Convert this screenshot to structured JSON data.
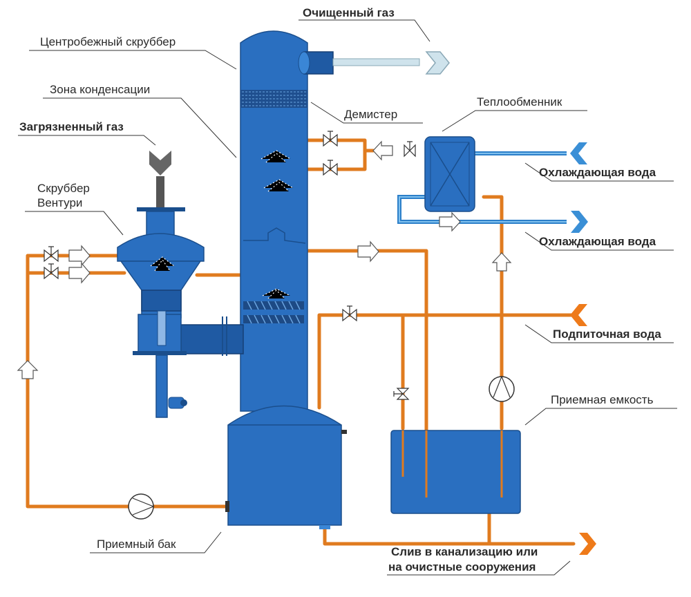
{
  "labels": {
    "clean_gas": "Очищенный газ",
    "centrifugal_scrubber": "Центробежный скруббер",
    "condensation_zone": "Зона конденсации",
    "demister": "Демистер",
    "heat_exchanger": "Теплообменник",
    "dirty_gas": "Загрязненный газ",
    "venturi_line1": "Скруббер",
    "venturi_line2": "Вентури",
    "cooling_water_in": "Охлаждающая вода",
    "cooling_water_out": "Охлаждающая вода",
    "makeup_water": "Подпиточная вода",
    "receiving_vessel": "Приемная емкость",
    "receiving_tank": "Приемный бак",
    "drain_line1": "Слив в канализацию или",
    "drain_line2": "на очистные сооружения"
  },
  "colors": {
    "vessel": "#2a6fc0",
    "pipe_water": "#e07b1f",
    "pipe_cooling": "#2c7fc9",
    "arrow_clean_gas": "#cfe3ec",
    "arrow_dirty_gas": "#666666",
    "arrow_cooling": "#3a8fd6",
    "arrow_makeup": "#ee7a1a"
  },
  "icons": [
    "valve-icon",
    "pump-icon",
    "flow-arrow-icon",
    "motor-icon",
    "chevron-arrow-icon"
  ]
}
